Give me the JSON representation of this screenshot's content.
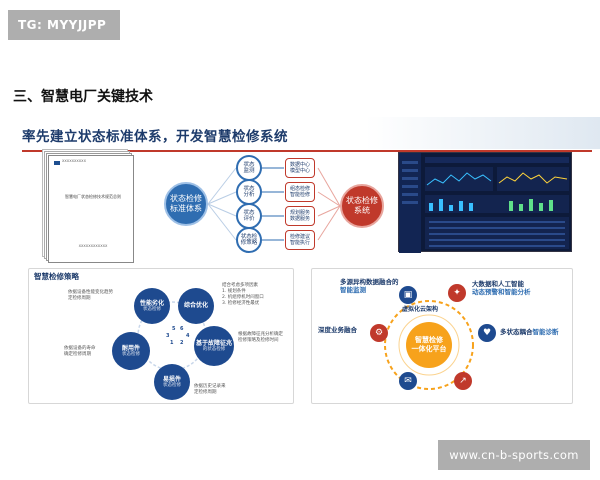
{
  "watermark_top": "TG: MYYJJPP",
  "watermark_bottom": "www.cn-b-sports.com",
  "section_title": "三、智慧电厂关键技术",
  "slide": {
    "title": "率先建立状态标准体系，开发智慧检修系统",
    "document": {
      "org": "XXXXXXXXXX",
      "title": "智慧电厂状态检修技术规范总则",
      "bottom": "XXXXXXXXXXXX"
    },
    "flow": {
      "left_circle": "状态检修\n标准体系",
      "right_circle": "状态检修\n系统",
      "small_circles": [
        "状态\n监测",
        "状态\n分析",
        "状态\n评价",
        "状态检\n修策略"
      ],
      "boxes": [
        [
          "数据中心",
          "模型中心"
        ],
        [
          "组态检修",
          "智能检修"
        ],
        [
          "规划服务",
          "数据服务"
        ],
        [
          "检修建议",
          "智能执行"
        ]
      ]
    },
    "strategy_panel": {
      "title": "智慧检修策略",
      "nodes": [
        {
          "label": "性能劣化",
          "sub": "状态检修"
        },
        {
          "label": "综合优化",
          "sub": ""
        },
        {
          "label": "耐用件",
          "sub": "状态检修"
        },
        {
          "label": "易损件",
          "sub": "状态检修"
        },
        {
          "label": "基于故障征兆",
          "sub": "的状态检修"
        }
      ],
      "numbers": [
        "1",
        "2",
        "3",
        "4",
        "5",
        "6"
      ],
      "descs": [
        "依据设备性能变化趋势\n定检修周期",
        "结合考虑多项因素\n1. 规划条件\n2. 机组停机时间窗口\n3. 检修经济性最优",
        "依据设备的寿命\n确定检修周期",
        "根据故障征兆分析确定\n检修策略及检修时间",
        "依据历史记录来\n定检修周期"
      ]
    },
    "platform_panel": {
      "labels": [
        {
          "text": "多源异构数据融合的",
          "hl": "智能监测"
        },
        {
          "text": "大数据和人工智能",
          "hl": "动态预警和智能分析"
        },
        {
          "text": "虚拟化云架构",
          "hl": ""
        },
        {
          "text": "深度业务融合",
          "hl": ""
        },
        {
          "text": "多状态耦合",
          "hl": "智能诊断"
        }
      ],
      "center": "智慧检修\n一体化平台"
    }
  }
}
